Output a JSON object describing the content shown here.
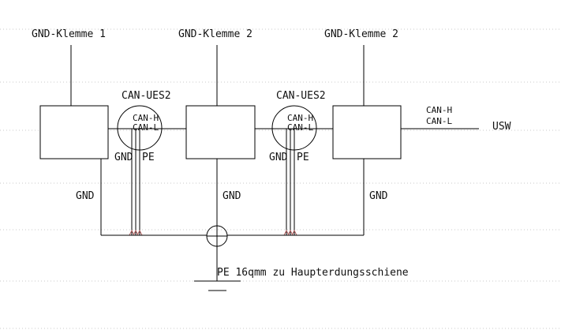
{
  "terminals": {
    "left": "GND-Klemme 1",
    "middle": "GND-Klemme 2",
    "right": "GND-Klemme 2"
  },
  "modules": {
    "ues_left": {
      "title": "CAN-UES2",
      "can_h": "CAN-H",
      "can_l": "CAN-L",
      "gnd": "GND",
      "pe": "PE"
    },
    "ues_right": {
      "title": "CAN-UES2",
      "can_h": "CAN-H",
      "can_l": "CAN-L",
      "gnd": "GND",
      "pe": "PE"
    }
  },
  "bus_out": {
    "can_h": "CAN-H",
    "can_l": "CAN-L",
    "target": "USW"
  },
  "gnd_labels": {
    "left": "GND",
    "middle": "GND",
    "right": "GND"
  },
  "pe_note": "PE 16qmm zu Haupterdungsschiene"
}
